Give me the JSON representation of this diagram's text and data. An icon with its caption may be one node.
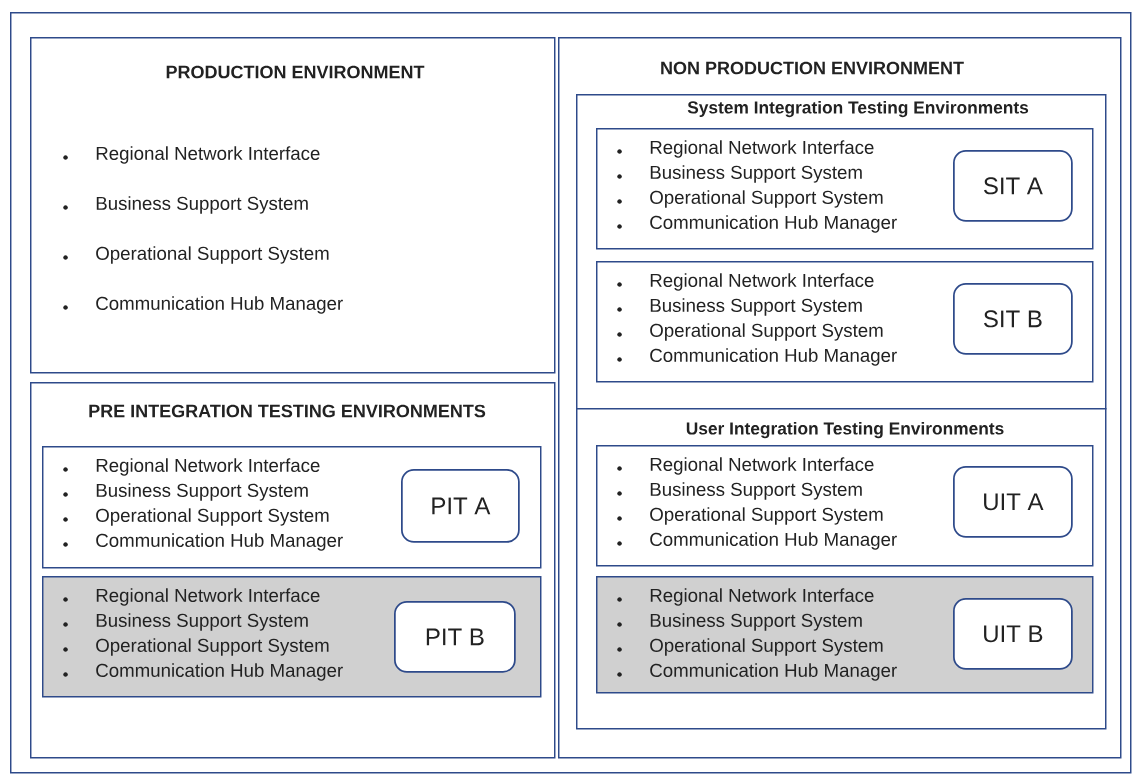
{
  "diagram": {
    "nodes": [
      {
        "text": [],
        "shape": "box"
      },
      {
        "text": [
          "PRODUCTION ENVIRONMENT",
          "Regional Network Interface",
          "Business Support System",
          "Operational Support System",
          "Communication Hub Manager"
        ],
        "in": 0
      },
      {
        "text": [
          "PRE INTEGRATION  TESTING ENVIRONMENTS"
        ],
        "in": 0
      },
      {
        "text": [
          "Regional Network Interface",
          "Business Support System",
          "Operational Support System",
          "Communication Hub Manager"
        ],
        "in": 2
      },
      {
        "text": [
          "PIT A"
        ],
        "in": 3
      },
      {
        "text": [
          "Regional Network Interface",
          "Business Support System",
          "Operational Support System",
          "Communication Hub Manager"
        ],
        "in": 2
      },
      {
        "text": [
          "PIT B"
        ],
        "in": 5
      },
      {
        "text": [
          "NON PRODUCTION ENVIRONMENT"
        ],
        "in": 0
      },
      {
        "text": [
          "System Integration Testing Environments"
        ],
        "in": 7
      },
      {
        "text": [
          "Regional Network Interface",
          "Business Support System",
          "Operational Support System",
          "Communication Hub Manager"
        ],
        "in": 8
      },
      {
        "text": [
          "SIT A"
        ],
        "in": 9
      },
      {
        "text": [
          "Regional Network Interface",
          "Business Support System",
          "Operational Support System",
          "Communication Hub Manager"
        ],
        "in": 8
      },
      {
        "text": [
          "SIT B"
        ],
        "in": 11
      },
      {
        "text": [
          "User Integration Testing Environments"
        ],
        "in": 7
      },
      {
        "text": [
          "Regional Network Interface",
          "Business Support System",
          "Operational Support System",
          "Communication Hub Manager"
        ],
        "in": 13
      },
      {
        "text": [
          "UIT A"
        ],
        "in": 14
      },
      {
        "text": [
          "Regional Network Interface",
          "Business Support System",
          "Operational Support System",
          "Communication Hub Manager"
        ],
        "in": 13
      },
      {
        "text": [
          "UIT B"
        ],
        "in": 16
      }
    ]
  }
}
